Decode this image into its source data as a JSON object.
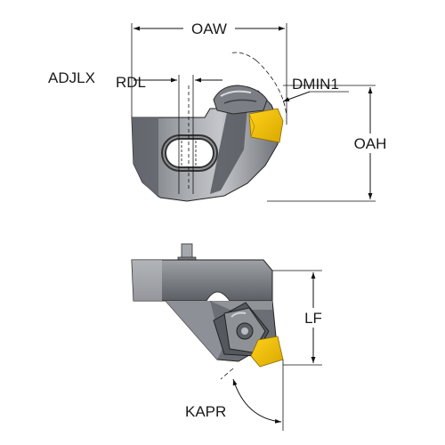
{
  "labels": {
    "oaw": "OAW",
    "adjlx": "ADJLX",
    "rdl": "RDL",
    "dmin1": "DMIN1",
    "oah": "OAH",
    "lf": "LF",
    "kapr": "KAPR"
  },
  "colors": {
    "body_dark": "#5e6066",
    "body_mid": "#8a8d93",
    "body_light": "#b9bcc1",
    "insert_yellow": "#f5c400",
    "line": "#111111"
  }
}
